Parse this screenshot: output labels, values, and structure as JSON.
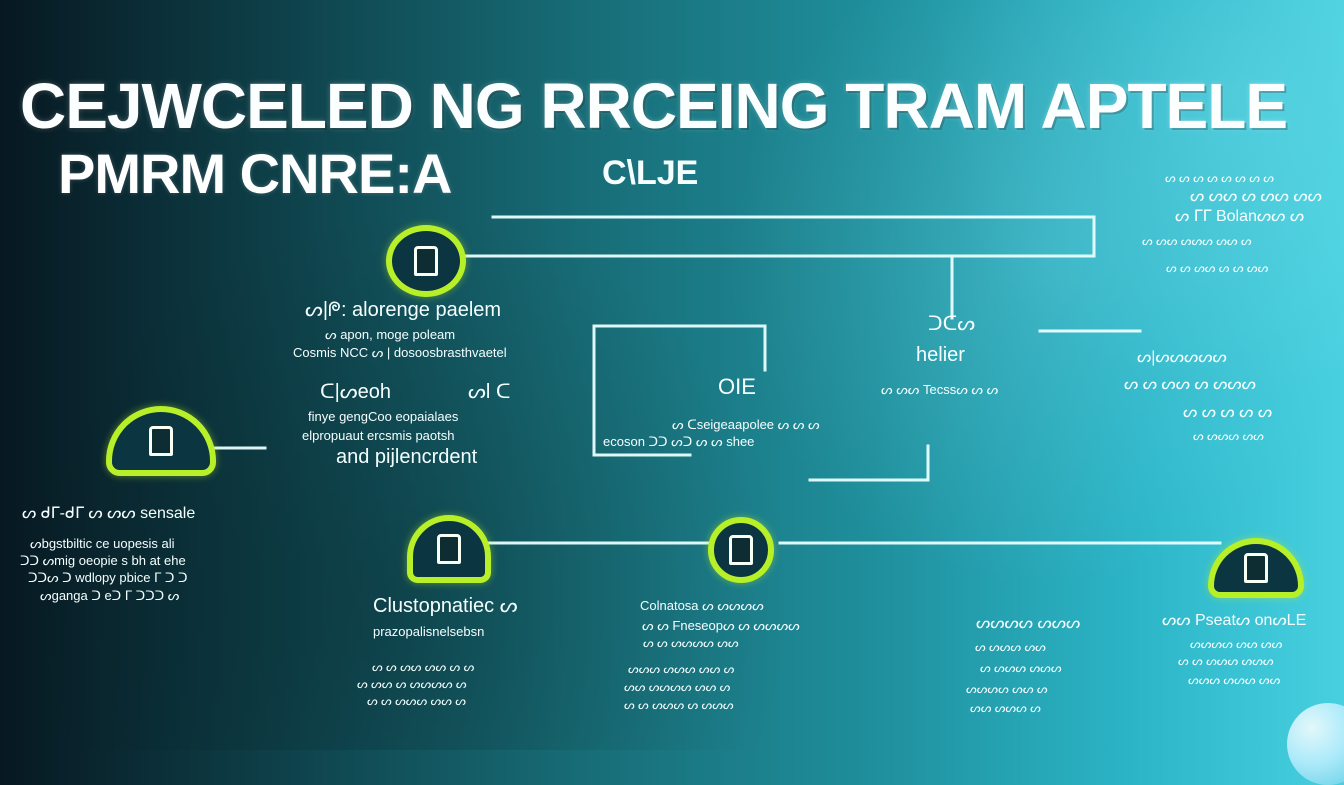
{
  "title": "CEJWCELED NG RRCEING TRAM APTELE",
  "subtitle": "PMRM CNRE:A",
  "small_title": "C\\LJE",
  "blocks": {
    "left_middle": {
      "heading": "ᔕ|ᖘ: alorenge paelem",
      "line1": "ᔕ apon, moge poleam",
      "line2": "Cosmis NCC ᔕ | dosoosbrasthvaetel",
      "line3": "ᑕ|ᔕeoh",
      "line4": "finye gengCoo eopaialaes",
      "line5": "elpropuaut ercsmis paotsh",
      "line6": "and pijlencrdent",
      "right_label": "ᔕl ᑕ"
    },
    "left_bottom": {
      "line1": "ᔕ ᑯᒥ-ᑯᒥ ᔕ ᔕᔕ sensale",
      "line2": "ᔕbgstbiltic ce uopesis ali",
      "line3": "ᑐᑐ ᔕmig oeopie s bh at ehe",
      "line4": "ᑐᑐᔕ ᑐ wdlopy pbice ᒥ ᑐ ᑐ",
      "line5": "ᔕganga ᑐ eᑐ ᒥ ᑐᑐᑐ ᔕ"
    },
    "center_box": {
      "label": "OIE",
      "line1": "ᔕ ᑕseigeaapolee ᔕ ᔕ ᔕ",
      "line2": "ecoson ᑐᑐ ᔕᑐ ᔕ ᔕ shee"
    },
    "right_mid": {
      "head": "ᑐᑕᔕ",
      "line1": "helier",
      "line2": "ᔕ ᔕᔕ Tecssᔕ ᔕ ᔕ"
    },
    "right_top": {
      "line1": "ᔕ ᔕ ᔕ ᔕ ᔕ ᔕ ᔕ ᔕ",
      "line2": "ᔕ ᔕᔕ ᔕ ᔕᔕ ᔕᔕ",
      "line3": "ᔕ ᒥᒥ Bolanᔕᔕ ᔕ",
      "line4": "ᔕ ᔕᔕ ᔕᔕᔕ ᔕᔕ ᔕ",
      "line5": "ᔕ ᔕ ᔕᔕ ᔕ ᔕ ᔕᔕ"
    },
    "right_side": {
      "line1": "ᔕ|ᔕᔕᔕᔕᔕ",
      "line2": "ᔕ ᔕ ᔕᔕ ᔕ ᔕᔕᔕ",
      "line3": "ᔕ ᔕ ᔕ ᔕ ᔕ",
      "line4": "ᔕ ᔕᔕᔕ ᔕᔕ"
    },
    "bottom_1": {
      "head": "Clustopnatiec ᔕ",
      "line1": "prazopalisnelsebsn",
      "line2": "ᔕ ᔕ ᔕᔕ ᔕᔕ ᔕ ᔕ",
      "line3": "ᔕ ᔕᔕ ᔕ ᔕᔕᔕᔕ ᔕ",
      "line4": "ᔕ ᔕ ᔕᔕᔕ ᔕᔕ ᔕ"
    },
    "bottom_2": {
      "head": "Colnatosa ᔕ ᔕᔕᔕᔕ",
      "line1": "ᔕ ᔕ Fneseopᔕ ᔕ ᔕᔕᔕᔕ",
      "line2": "ᔕ ᔕ ᔕᔕᔕᔕ ᔕᔕ",
      "line3": "ᔕᔕᔕ ᔕᔕᔕ ᔕᔕ ᔕ",
      "line4": "ᔕᔕ ᔕᔕᔕᔕ ᔕᔕ ᔕ",
      "line5": "ᔕ ᔕ ᔕᔕᔕ ᔕ ᔕᔕᔕ"
    },
    "bottom_3": {
      "head": "ᔕᔕᔕᔕ ᔕᔕᔕ",
      "line1": "ᔕ ᔕᔕᔕ ᔕᔕ",
      "line2": "ᔕ ᔕᔕᔕ ᔕᔕᔕ",
      "line3": "ᔕᔕᔕᔕ ᔕᔕ ᔕ",
      "line4": "ᔕᔕ ᔕᔕᔕ ᔕ"
    },
    "bottom_4": {
      "head": "ᔕᔕ Pseatᔕ onᔕLE",
      "line1": "ᔕᔕᔕᔕ ᔕᔕ ᔕᔕ",
      "line2": "ᔕ ᔕ ᔕᔕᔕ ᔕᔕᔕ",
      "line3": "ᔕᔕᔕ ᔕᔕᔕ ᔕᔕ"
    }
  }
}
